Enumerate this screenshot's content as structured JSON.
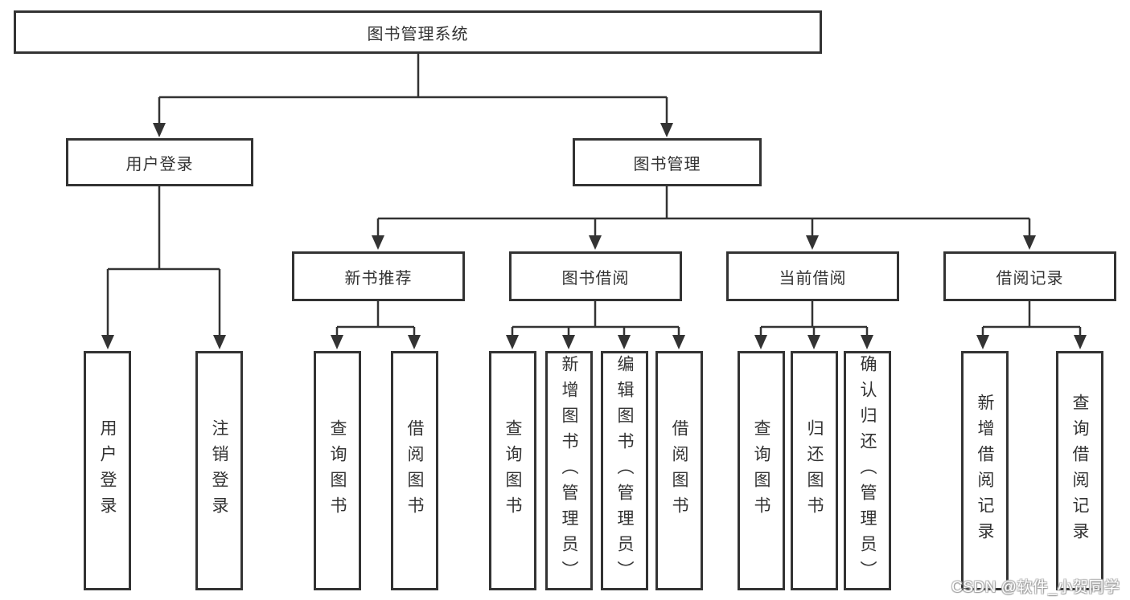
{
  "diagram_type": "hierarchy-tree",
  "colors": {
    "line": "#333333",
    "box_border": "#333333",
    "box_background": "#ffffff",
    "text": "#333333",
    "watermark_fill": "#ffffff",
    "watermark_outline": "#aaaaaa"
  },
  "tree": {
    "label": "图书管理系统",
    "children": [
      {
        "label": "用户登录",
        "children": [
          {
            "label": "用户登录"
          },
          {
            "label": "注销登录"
          }
        ]
      },
      {
        "label": "图书管理",
        "children": [
          {
            "label": "新书推荐",
            "children": [
              {
                "label": "查询图书"
              },
              {
                "label": "借阅图书"
              }
            ]
          },
          {
            "label": "图书借阅",
            "children": [
              {
                "label": "查询图书"
              },
              {
                "label": "新增图书（管理员）"
              },
              {
                "label": "编辑图书（管理员）"
              },
              {
                "label": "借阅图书"
              }
            ]
          },
          {
            "label": "当前借阅",
            "children": [
              {
                "label": "查询图书"
              },
              {
                "label": "归还图书"
              },
              {
                "label": "确认归还（管理员）"
              }
            ]
          },
          {
            "label": "借阅记录",
            "children": [
              {
                "label": "新增借阅记录"
              },
              {
                "label": "查询借阅记录"
              }
            ]
          }
        ]
      }
    ]
  },
  "watermark": {
    "text": "CSDN @软件_小贺同学"
  }
}
